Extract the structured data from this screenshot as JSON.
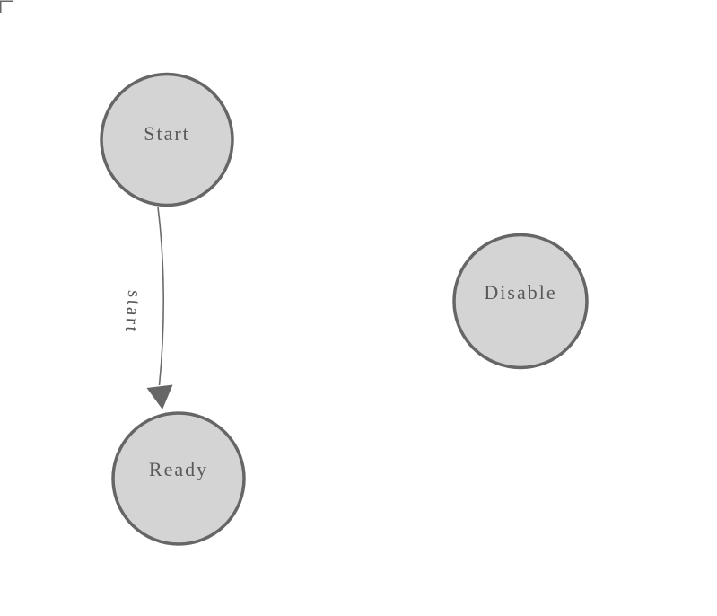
{
  "diagram": {
    "nodes": [
      {
        "id": "start",
        "label": "Start"
      },
      {
        "id": "ready",
        "label": "Ready"
      },
      {
        "id": "disable",
        "label": "Disable"
      }
    ],
    "edges": [
      {
        "from": "start",
        "to": "ready",
        "label": "start"
      }
    ],
    "colors": {
      "background": "#ffffff",
      "node_fill": "#d4d4d4",
      "node_border": "#666666",
      "node_text": "#595959",
      "edge_line": "#6b6b6b",
      "edge_arrowhead": "#666666",
      "edge_label_text": "#595959",
      "corner_mark": "#666666"
    }
  }
}
